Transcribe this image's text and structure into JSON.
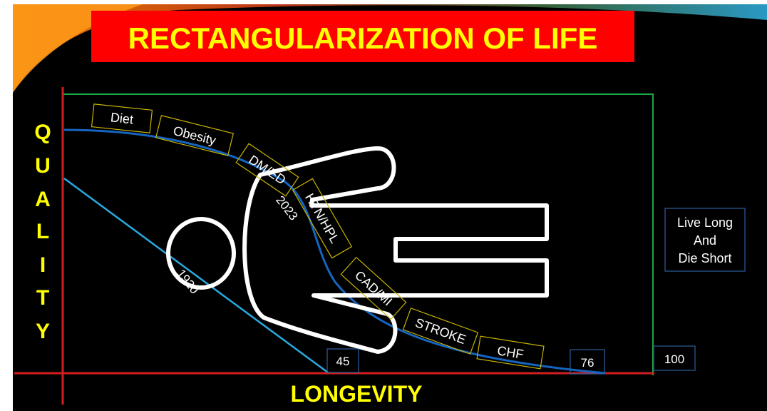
{
  "title": "RECTANGULARIZATION OF LIFE",
  "y_axis_letters": [
    "Q",
    "U",
    "A",
    "L",
    "I",
    "T",
    "Y"
  ],
  "x_axis_label": "LONGEVITY",
  "factor_boxes": [
    "Diet",
    "Obesity",
    "DM/ED",
    "HTN/HPL",
    "CAD/MI",
    "STROKE",
    "CHF"
  ],
  "year_labels": {
    "past": "1920",
    "present": "2023"
  },
  "age_markers": [
    "45",
    "76",
    "100"
  ],
  "note_lines": [
    "Live Long",
    "And",
    "Die Short"
  ],
  "colors": {
    "slide_background": "#000000",
    "title_banner": "#ff0000",
    "title_text": "#ffff00",
    "axis_lines": "#d21e1e",
    "ideal_frame": "#1aa84a",
    "curve_2023": "#1565c0",
    "line_1920": "#29a9e0",
    "factor_box_border": "#c8b400",
    "marker_border": "#2c5f9e",
    "icon_stroke": "#ffffff"
  },
  "icons": [
    "hand-pointer-icon",
    "head-circle-icon"
  ]
}
